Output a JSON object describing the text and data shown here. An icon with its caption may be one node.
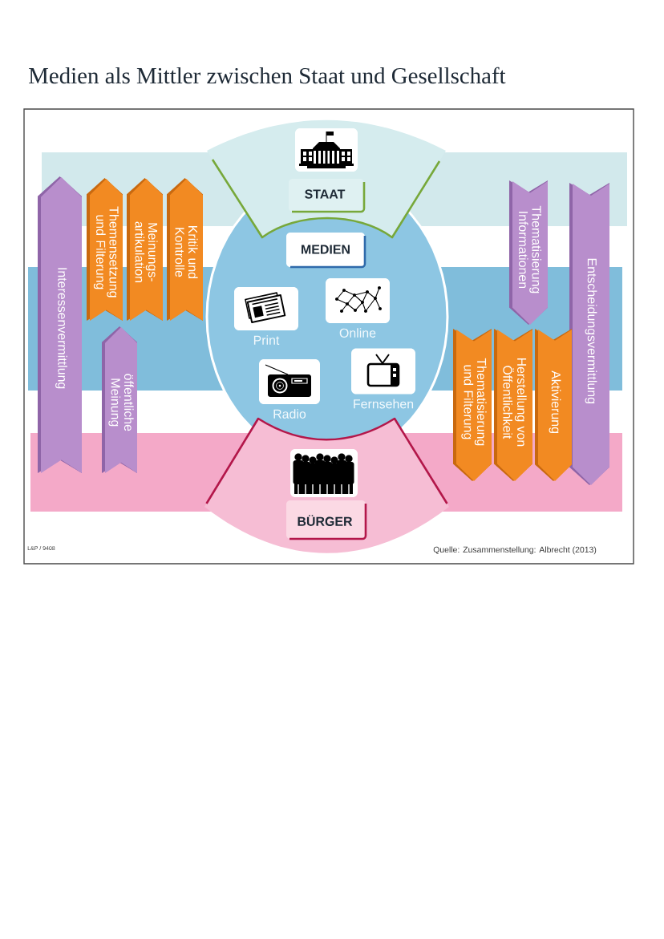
{
  "diagram": {
    "title": "Medien als Mittler zwischen Staat und Gesellschaft",
    "nodes": [
      {
        "text": [
          "STAAT"
        ]
      },
      {
        "text": [
          "MEDIEN"
        ]
      },
      {
        "text": [
          "Print"
        ],
        "in": 1
      },
      {
        "text": [
          "Online"
        ],
        "in": 1
      },
      {
        "text": [
          "Radio"
        ],
        "in": 1
      },
      {
        "text": [
          "Fernsehen"
        ],
        "in": 1
      },
      {
        "text": [
          "BÜRGER"
        ]
      },
      {
        "text": [
          "Interessenvermittlung"
        ]
      },
      {
        "text": [
          "Themensetzung und Filterung"
        ]
      },
      {
        "text": [
          "Meinungs- artikulation"
        ]
      },
      {
        "text": [
          "Kritik und Kontrolle"
        ]
      },
      {
        "text": [
          "öffentliche Meinung"
        ]
      },
      {
        "text": [
          "Thematisierung Informationen"
        ]
      },
      {
        "text": [
          "Entscheidungsvermittlung"
        ]
      },
      {
        "text": [
          "Thematisierung und Filterung"
        ]
      },
      {
        "text": [
          "Herstellung von Öffentlichkeit"
        ]
      },
      {
        "text": [
          "Aktivierung"
        ]
      }
    ],
    "labels": [
      "L&P / 9408",
      "Quelle: Zusammenstellung: Albrecht (2013)"
    ]
  }
}
